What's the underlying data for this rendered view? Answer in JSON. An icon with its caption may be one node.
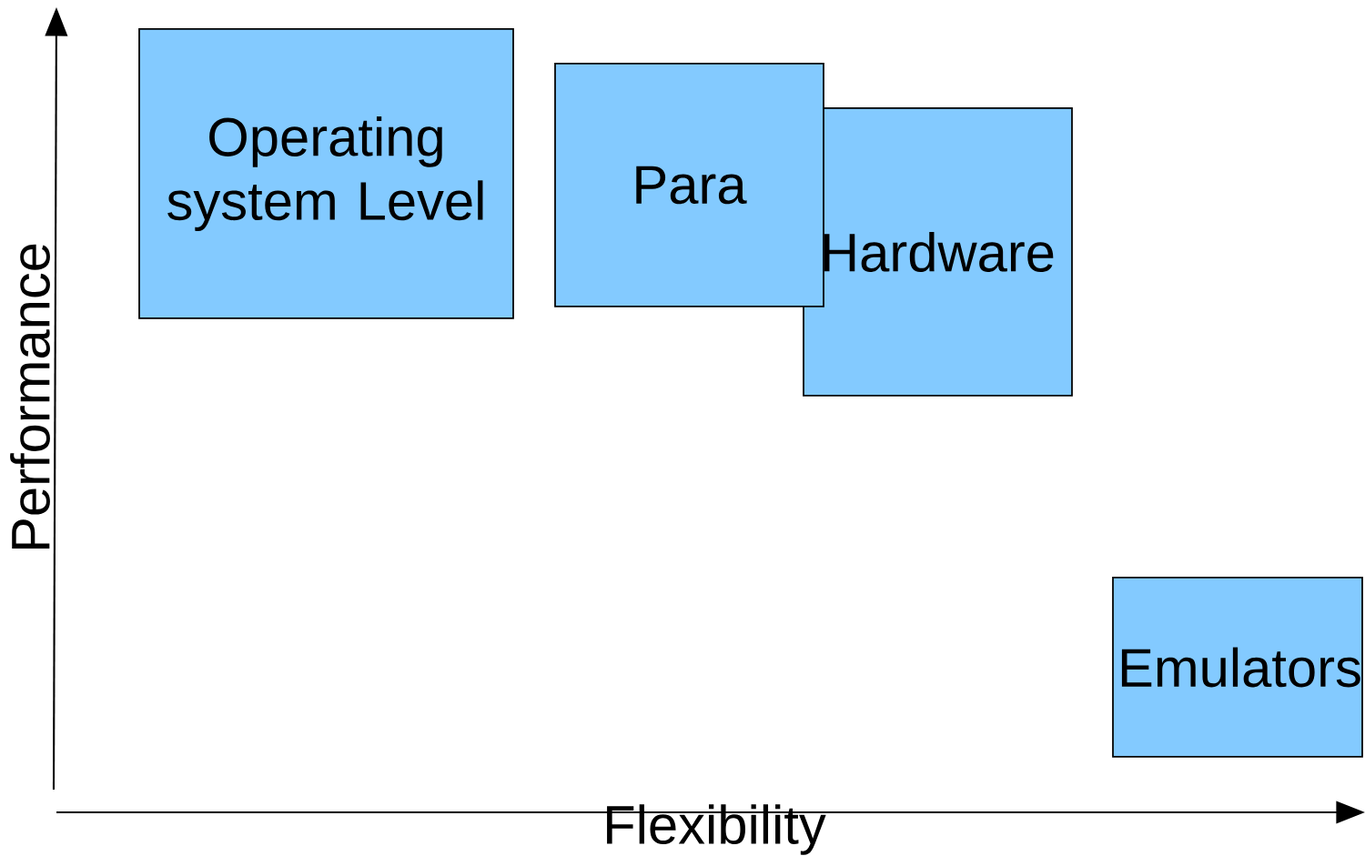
{
  "diagram": {
    "nodes": [
      {
        "text": [
          "Operating system Level"
        ]
      },
      {
        "text": [
          "Para"
        ]
      },
      {
        "text": [
          "Hardware"
        ]
      },
      {
        "text": [
          "Emulators"
        ]
      }
    ],
    "labels": [
      "Performance",
      "Flexibility"
    ]
  }
}
